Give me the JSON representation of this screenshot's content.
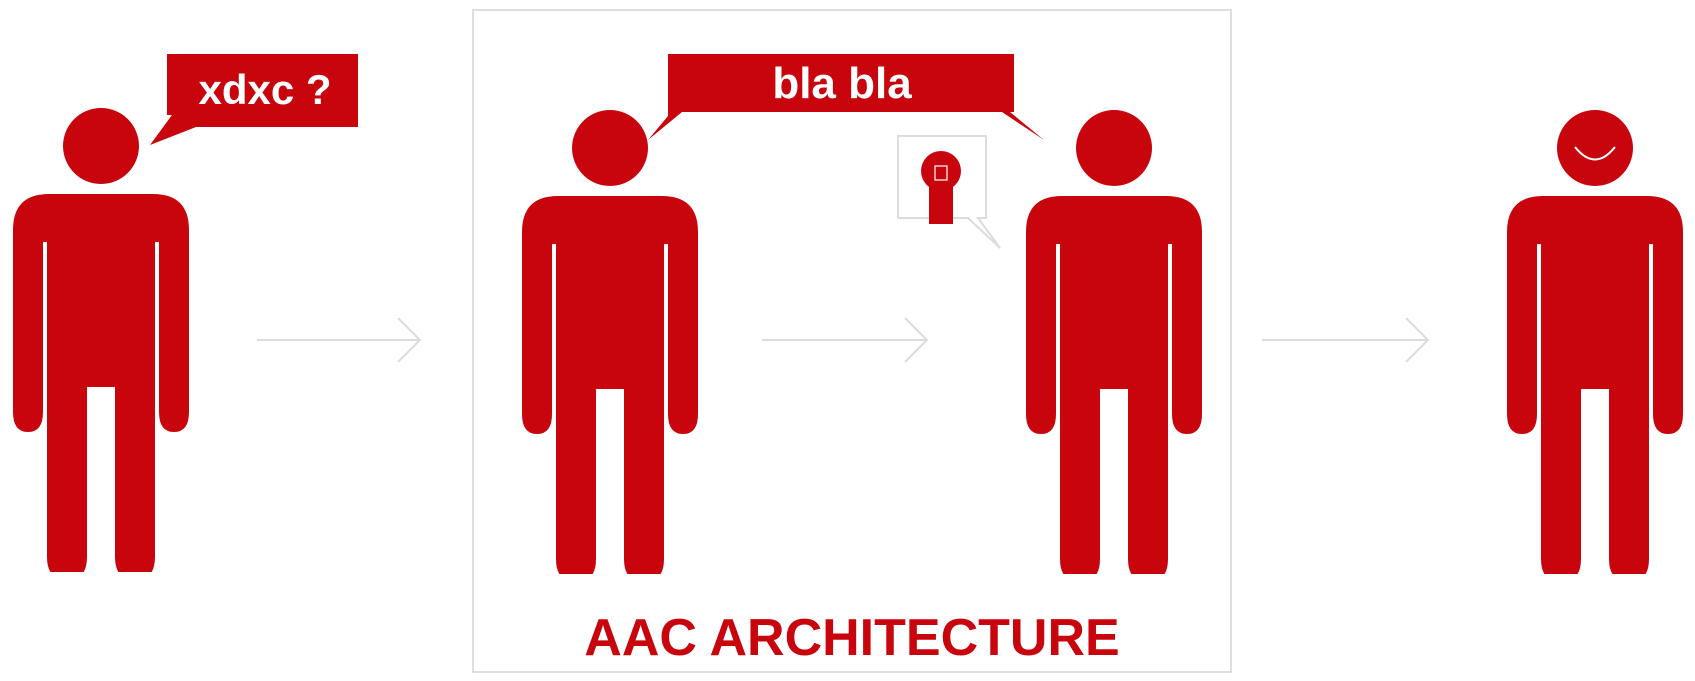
{
  "colors": {
    "figure": "#c8050d",
    "arrow": "#dcdcdc",
    "frame": "#dedede",
    "bubble_text": "#ffffff"
  },
  "bubbles": {
    "question": "xdxc ?",
    "talk": "bla bla"
  },
  "caption": "AAC ARCHITECTURE",
  "icons": {
    "idea": "lightbulb-icon",
    "person": "person-icon",
    "happy": "smiling-person-icon"
  }
}
